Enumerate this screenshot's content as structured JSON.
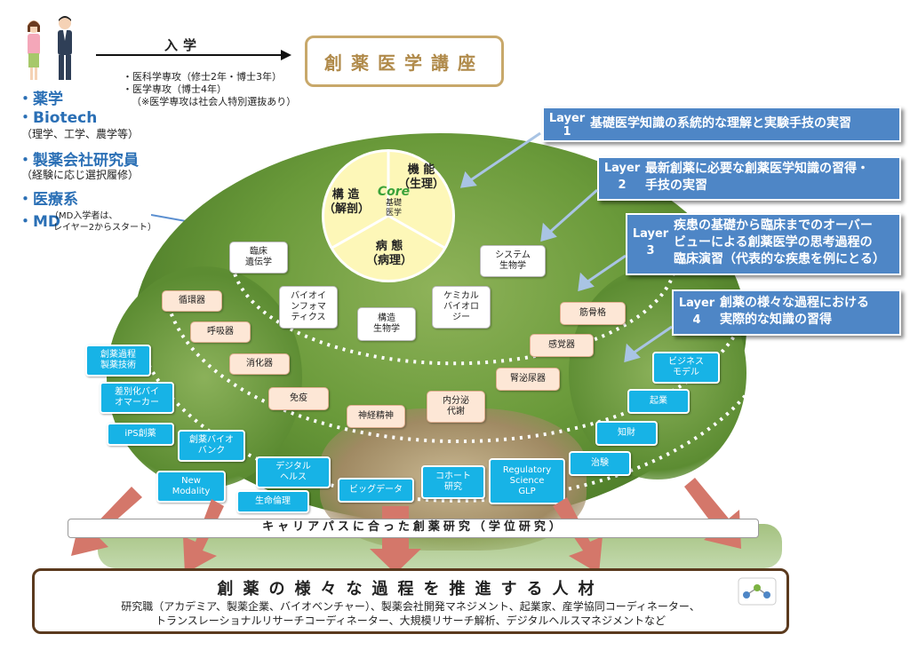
{
  "entry": {
    "label": "入学",
    "course_title": "創薬医学講座",
    "note_1": "・医科学専攻（修士2年・博士3年）",
    "note_2": "・医学専攻（博士4年）",
    "note_3": "（※医学専攻は社会人特別選抜あり）"
  },
  "sources": {
    "s1": "・薬学",
    "s2": "・Biotech",
    "s2_sub": "（理学、工学、農学等）",
    "s3": "・製薬会社研究員",
    "s3_sub": "（経験に応じ選択履修）",
    "s4": "・医療系",
    "s5": "・MD",
    "s5_sub_1": "（MD入学者は、",
    "s5_sub_2": "レイヤー2からスタート）"
  },
  "layers": [
    {
      "tag_1": "Layer",
      "tag_2": "1",
      "text": "基礎医学知識の系統的な理解と実験手技の実習"
    },
    {
      "tag_1": "Layer",
      "tag_2": "2",
      "text_1": "最新創薬に必要な創薬医学知識の習得・",
      "text_2": "手技の実習"
    },
    {
      "tag_1": "Layer",
      "tag_2": "3",
      "text_1": "疾患の基礎から臨床までのオーバー",
      "text_2": "ビューによる創薬医学の思考過程の",
      "text_3": "臨床演習（代表的な疾患を例にとる）"
    },
    {
      "tag_1": "Layer",
      "tag_2": "4",
      "text_1": "創薬の様々な過程における",
      "text_2": "実際的な知識の習得"
    }
  ],
  "core": {
    "center_1": "Core",
    "center_2": "基礎",
    "center_3": "医学",
    "func_1": "機 能",
    "func_2": "（生理）",
    "struct_1": "構 造",
    "struct_2": "（解剖）",
    "path_1": "病 態",
    "path_2": "（病理）"
  },
  "layer2_boxes": {
    "b1_1": "臨床",
    "b1_2": "遺伝学",
    "b2_1": "バイオイ",
    "b2_2": "ンフォマ",
    "b2_3": "ティクス",
    "b3_1": "構造",
    "b3_2": "生物学",
    "b4_1": "ケミカル",
    "b4_2": "バイオロ",
    "b4_3": "ジー",
    "b5_1": "システム",
    "b5_2": "生物学"
  },
  "layer3_boxes": {
    "c1": "循環器",
    "c2": "呼吸器",
    "c3": "消化器",
    "c4": "免疫",
    "c5": "神経精神",
    "c6_1": "内分泌",
    "c6_2": "代謝",
    "c7": "腎泌尿器",
    "c8": "感覚器",
    "c9": "筋骨格"
  },
  "layer4_boxes": {
    "d1_1": "創薬過程",
    "d1_2": "製薬技術",
    "d2_1": "差別化バイ",
    "d2_2": "オマーカー",
    "d3": "iPS創薬",
    "d4_1": "創薬バイオ",
    "d4_2": "バンク",
    "d5_1": "New",
    "d5_2": "Modality",
    "d6_1": "デジタル",
    "d6_2": "ヘルス",
    "d7": "生命倫理",
    "d8": "ビッグデータ",
    "d9_1": "コホート",
    "d9_2": "研究",
    "d10_1": "Regulatory",
    "d10_2": "Science",
    "d10_3": "GLP",
    "d11": "治験",
    "d12": "知財",
    "d13": "起業",
    "d14_1": "ビジネス",
    "d14_2": "モデル"
  },
  "career": {
    "bar": "キャリアパスに合った創薬研究（学位研究）",
    "result_title": "創薬の様々な過程を推進する人材",
    "result_line_1": "研究職（アカデミア、製薬企業、バイオベンチャー）、製薬会社開発マネジメント、起業家、産学協同コーディネーター、",
    "result_line_2": "トランスレーショナルリサーチコーディネーター、大規模リサーチ解析、デジタルヘルスマネジメントなど"
  }
}
